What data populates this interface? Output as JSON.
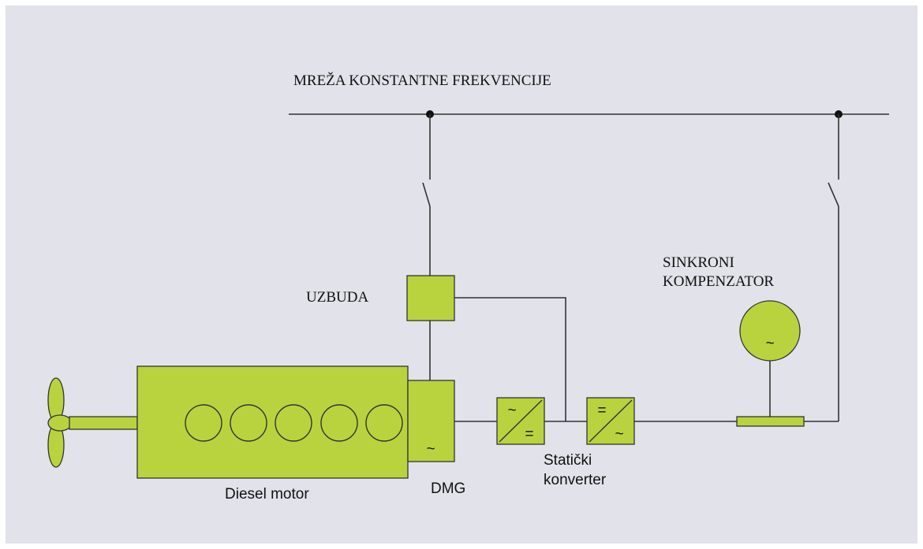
{
  "labels": {
    "bus": "MREŽA KONSTANTNE FREKVENCIJE",
    "exciter": "UZBUDA",
    "compensator_line1": "SINKRONI",
    "compensator_line2": "KOMPENZATOR",
    "engine": "Diesel motor",
    "generator": "DMG",
    "converter_line1": "Statički",
    "converter_line2": "konverter"
  },
  "symbols": {
    "ac": "~",
    "dc": "="
  },
  "colors": {
    "background": "#e2e2ea",
    "component_fill": "#b9d33f",
    "line": "#333333"
  }
}
